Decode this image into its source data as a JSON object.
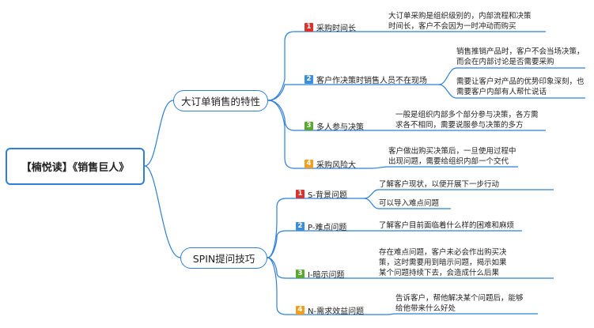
{
  "root": {
    "label": "【楠悦读】《销售巨人》"
  },
  "colors": {
    "line": "#2f7fd6",
    "badge1": "#d9342b",
    "badge2": "#3b8fd9",
    "badge3": "#5aa832",
    "badge4": "#f0a020"
  },
  "branches": [
    {
      "label": "大订单销售的特性",
      "children": [
        {
          "num": "1",
          "label": "采购时间长",
          "leaves": [
            "大订单采购是组织级别的，内部流程和决策\n时间长，客户不会因为一时冲动而购买"
          ]
        },
        {
          "num": "2",
          "label": "客户作决策时销售人员不在现场",
          "leaves": [
            "销售推销产品时，客户不会当场决策，\n而会在内部讨论是否需要采购",
            "需要让客户对产品的优势印象深刻，也\n需要客户内部有人帮忙说话"
          ]
        },
        {
          "num": "3",
          "label": "多人参与决策",
          "leaves": [
            "一般是组织内部多个部分参与决策，各方需\n求各不相同，需要说服参与决策的多方"
          ]
        },
        {
          "num": "4",
          "label": "采购风险大",
          "leaves": [
            "客户做出购买决策后，一旦使用过程中\n出现问题，需要给组织内部一个交代"
          ]
        }
      ]
    },
    {
      "label": "SPIN提问技巧",
      "children": [
        {
          "num": "1",
          "label": "S-背景问题",
          "leaves": [
            "了解客户现状，以便开展下一步行动",
            "可以导入难点问题"
          ]
        },
        {
          "num": "2",
          "label": "P-难点问题",
          "leaves": [
            "了解客户目前面临着什么样的困难和麻烦"
          ]
        },
        {
          "num": "3",
          "label": "I-暗示问题",
          "leaves": [
            "存在难点问题，客户未必会作出购买决\n策，这时需要用到暗示问题，揭示如果\n某个问题持续下去，会造成什么后果"
          ]
        },
        {
          "num": "4",
          "label": "N-需求效益问题",
          "leaves": [
            "告诉客户，帮他解决某个问题后，能够\n给他带来什么好处"
          ]
        }
      ]
    }
  ]
}
